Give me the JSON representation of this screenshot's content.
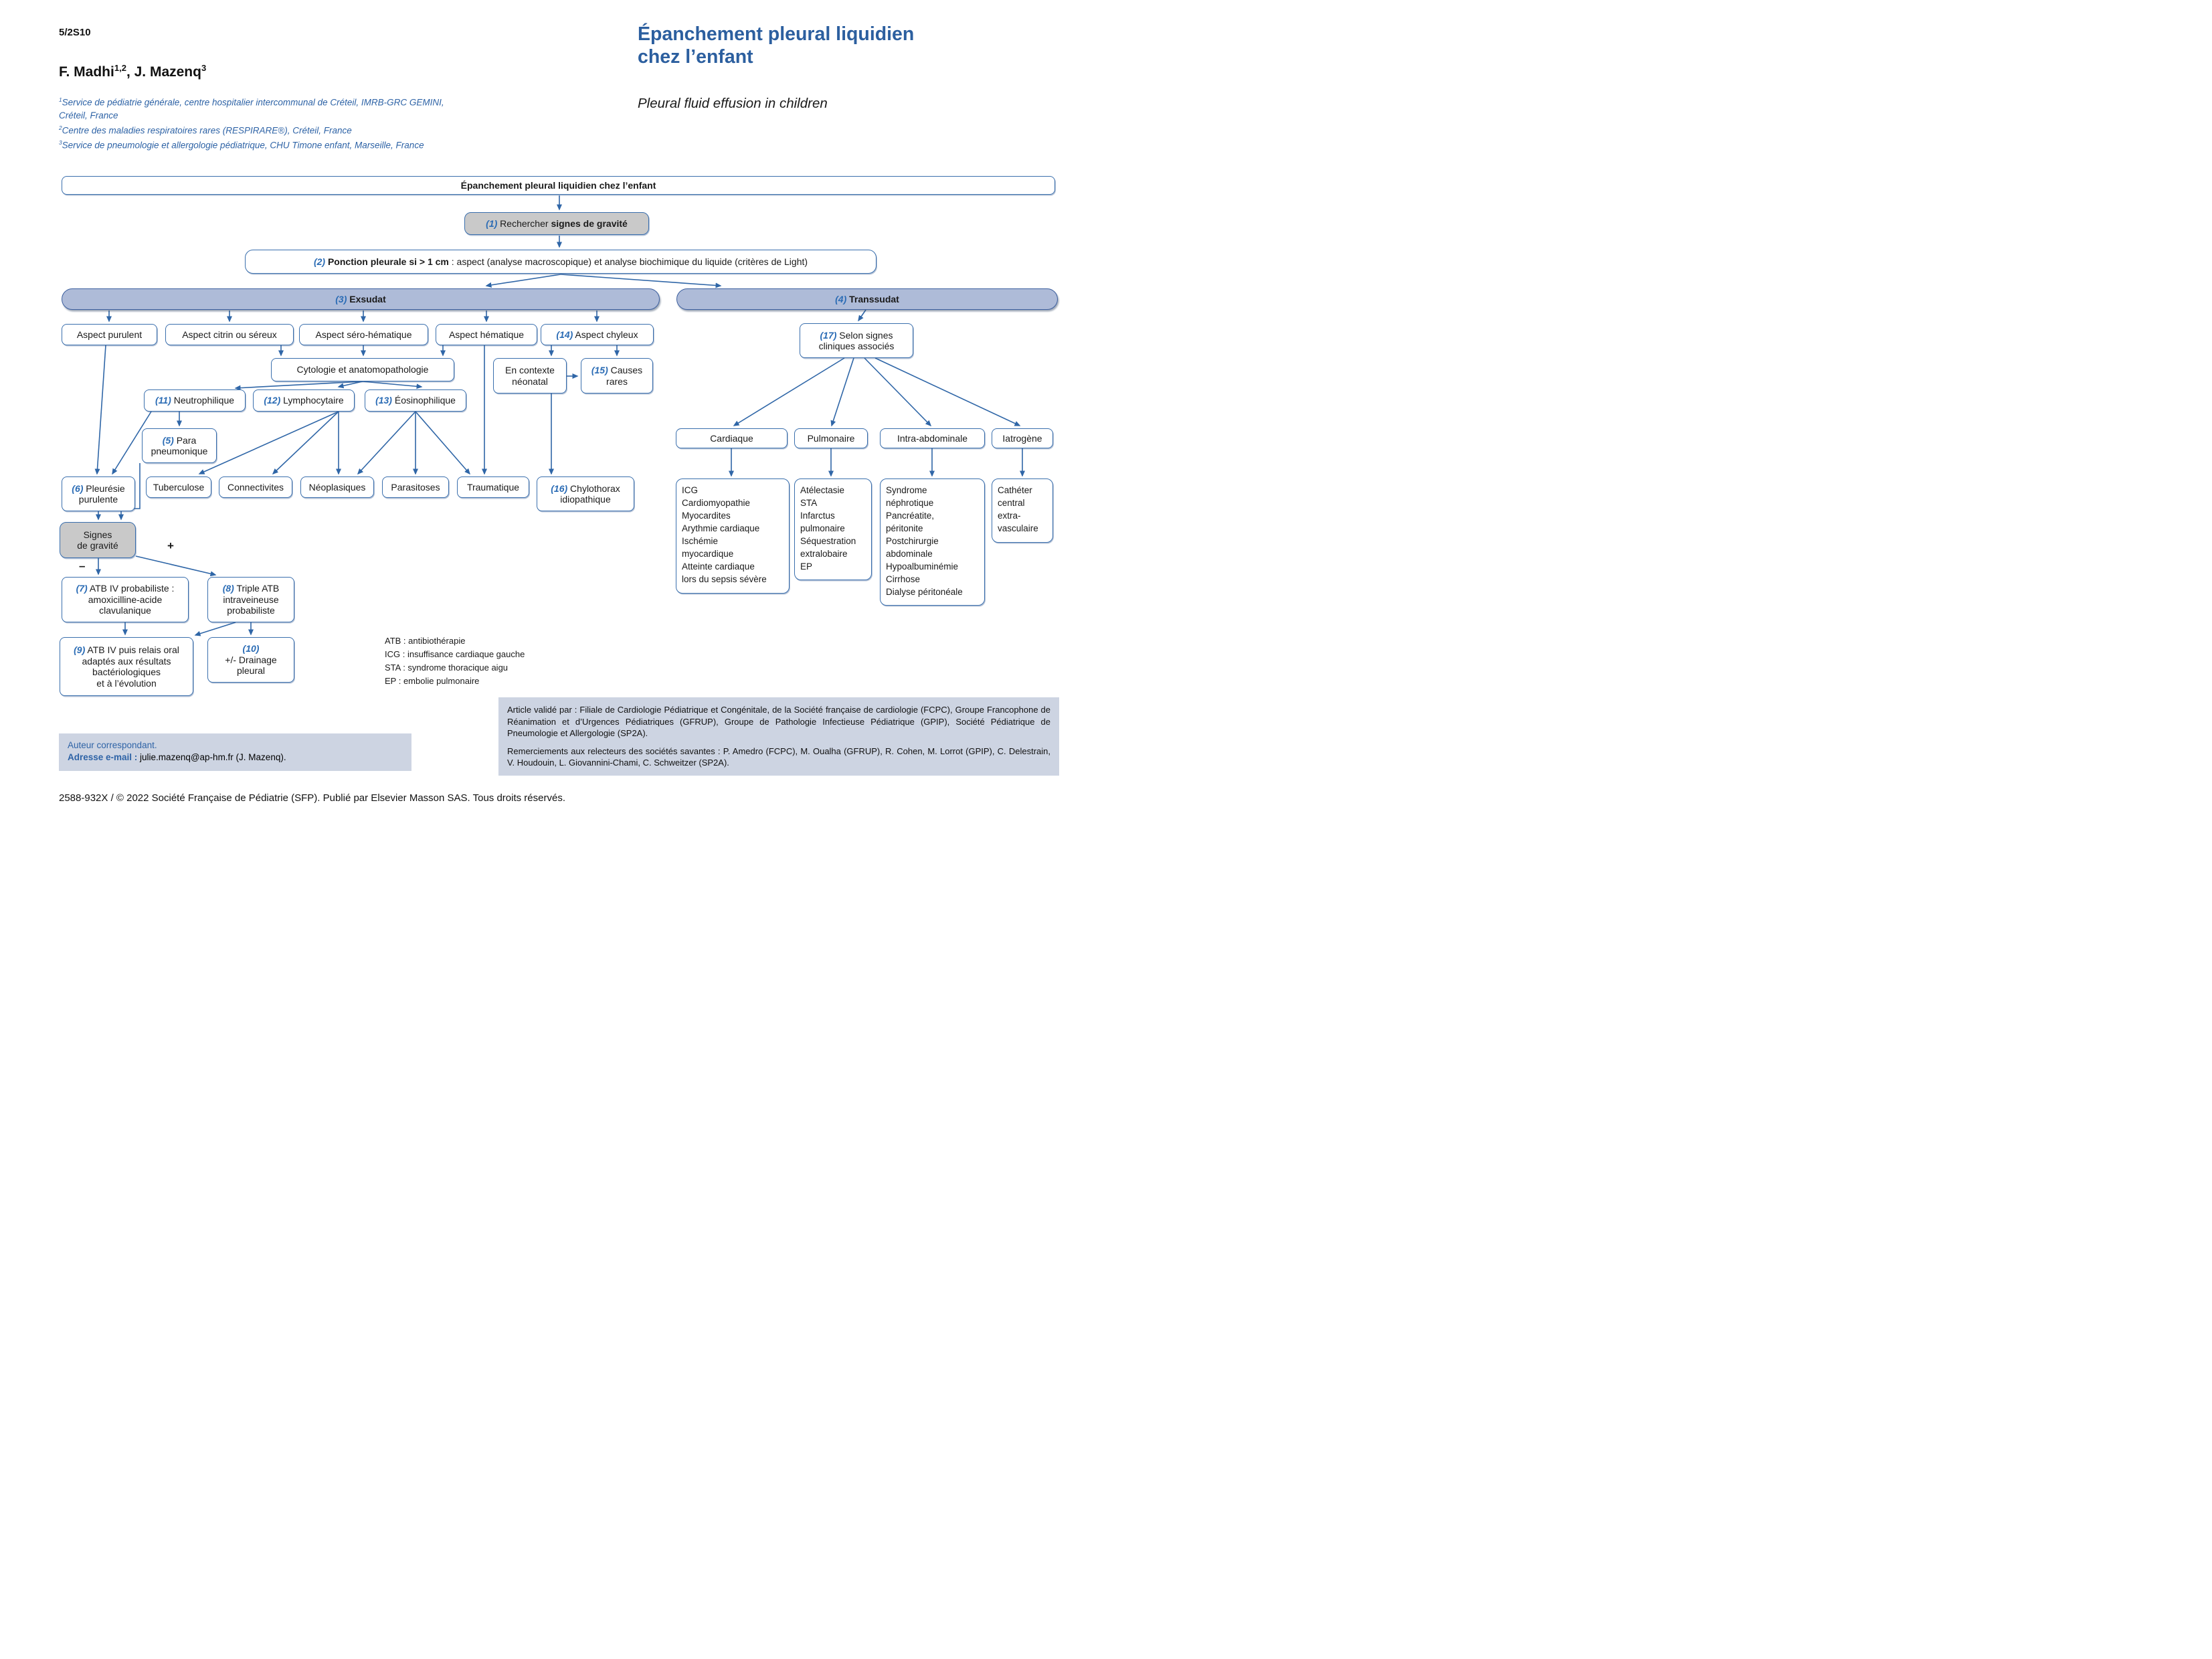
{
  "colors": {
    "accent_blue": "#2f66a7",
    "number_blue": "#2b6cb5",
    "title_blue": "#2c5f9f",
    "bar_fill": "#aebbd8",
    "gray_fill": "#c9c9c9",
    "panel_fill": "#cdd4e2"
  },
  "header": {
    "code": "5/2S10",
    "author1": "F. Madhi",
    "author1_sup": "1,2",
    "author2": ", J. Mazenq",
    "author2_sup": "3",
    "affiliations": [
      {
        "sup": "1",
        "text": "Service de pédiatrie générale, centre hospitalier intercommunal de Créteil, IMRB-GRC GEMINI,\nCréteil, France"
      },
      {
        "sup": "2",
        "text": "Centre des maladies respiratoires rares (RESPIRARE®), Créteil, France"
      },
      {
        "sup": "3",
        "text": "Service de pneumologie et allergologie pédiatrique, CHU Timone enfant, Marseille, France"
      }
    ],
    "title_fr": "Épanchement pleural liquidien\nchez l’enfant",
    "title_en": "Pleural fluid effusion in children"
  },
  "flowchart": {
    "root": "Épanchement pleural liquidien chez l’enfant",
    "n1": {
      "num": "(1)",
      "pre": " Rechercher ",
      "bold": "signes de gravité"
    },
    "n2": {
      "num": "(2)",
      "bold": " Ponction pleurale si > 1 cm",
      "rest": " : aspect (analyse macroscopique) et analyse biochimique du liquide (critères de Light)"
    },
    "n3": {
      "num": "(3)",
      "label": " Exsudat"
    },
    "n4": {
      "num": "(4)",
      "label": " Transsudat"
    },
    "aspect_purulent": "Aspect purulent",
    "aspect_citrin": "Aspect citrin ou séreux",
    "aspect_sero": "Aspect séro-hématique",
    "aspect_hematique": "Aspect hématique",
    "n14": {
      "num": "(14)",
      "label": " Aspect chyleux"
    },
    "cytologie": "Cytologie et anatomopathologie",
    "contexte": "En contexte\nnéonatal",
    "n15": {
      "num": "(15)",
      "label": " Causes\nrares"
    },
    "n11": {
      "num": "(11)",
      "label": " Neutrophilique"
    },
    "n12": {
      "num": "(12)",
      "label": " Lymphocytaire"
    },
    "n13": {
      "num": "(13)",
      "label": " Éosinophilique"
    },
    "n5": {
      "num": "(5)",
      "label": " Para\npneumonique"
    },
    "n6": {
      "num": "(6)",
      "label": " Pleurésie\npurulente"
    },
    "tuberculose": "Tuberculose",
    "connectivites": "Connectivites",
    "neoplasiques": "Néoplasiques",
    "parasitoses": "Parasitoses",
    "traumatique": "Traumatique",
    "n16": {
      "num": "(16)",
      "label": " Chylothorax\nidiopathique"
    },
    "signes": "Signes\nde gravité",
    "minus_label": "–",
    "plus_label": "+",
    "n7": {
      "num": "(7)",
      "label": " ATB IV probabiliste :\namoxicilline-acide\nclavulanique"
    },
    "n8": {
      "num": "(8)",
      "label": " Triple ATB\nintraveineuse\nprobabiliste"
    },
    "n9": {
      "num": "(9)",
      "label": " ATB IV puis relais oral\nadaptés aux résultats\nbactériologiques\net à l’évolution"
    },
    "n10": {
      "num": "(10)",
      "label": "\n+/- Drainage\npleural"
    },
    "n17": {
      "num": "(17)",
      "label": " Selon signes\ncliniques associés"
    },
    "cardiaque": "Cardiaque",
    "pulmonaire": "Pulmonaire",
    "intra_abdominale": "Intra-abdominale",
    "iatrogene": "Iatrogène",
    "list_cardiaque": "ICG\nCardiomyopathie\nMyocardites\nArythmie cardiaque\nIschémie\nmyocardique\nAtteinte cardiaque\nlors du sepsis sévère",
    "list_pulmonaire": "Atélectasie\nSTA\nInfarctus\npulmonaire\nSéquestration\nextralobaire\nEP",
    "list_intra_abdominale": "Syndrome\nnéphrotique\nPancréatite,\npéritonite\nPostchirurgie\nabdominale\nHypoalbuminémie\nCirrhose\nDialyse péritonéale",
    "list_iatrogene": "Cathéter\ncentral\nextra-\nvasculaire"
  },
  "legend": {
    "abbreviations": "ATB : antibiothérapie\nICG : insuffisance cardiaque gauche\nSTA : syndrome thoracique aigu\nEP : embolie pulmonaire"
  },
  "validation": {
    "p1": "Article validé par : Filiale de Cardiologie Pédiatrique et Congénitale, de la Société française de cardiologie (FCPC), Groupe Francophone de Réanimation et d’Urgences Pédiatriques (GFRUP), Groupe de Pathologie Infectieuse Pédiatrique (GPIP), Société Pédiatrique de Pneumologie et Allergologie (SP2A).",
    "p2": "Remerciements aux relecteurs des sociétés savantes : P. Amedro (FCPC), M. Oualha (GFRUP), R. Cohen, M. Lorrot (GPIP), C. Delestrain, V. Houdouin, L. Giovannini-Chami, C. Schweitzer (SP2A)."
  },
  "correspondence": {
    "line1": "Auteur correspondant.",
    "label": "Adresse e-mail :",
    "value": " julie.mazenq@ap-hm.fr (J. Mazenq)."
  },
  "footer": {
    "issn_line": "2588-932X / © 2022 Société Française de Pédiatrie (SFP). Publié par Elsevier Masson SAS. Tous droits réservés."
  }
}
